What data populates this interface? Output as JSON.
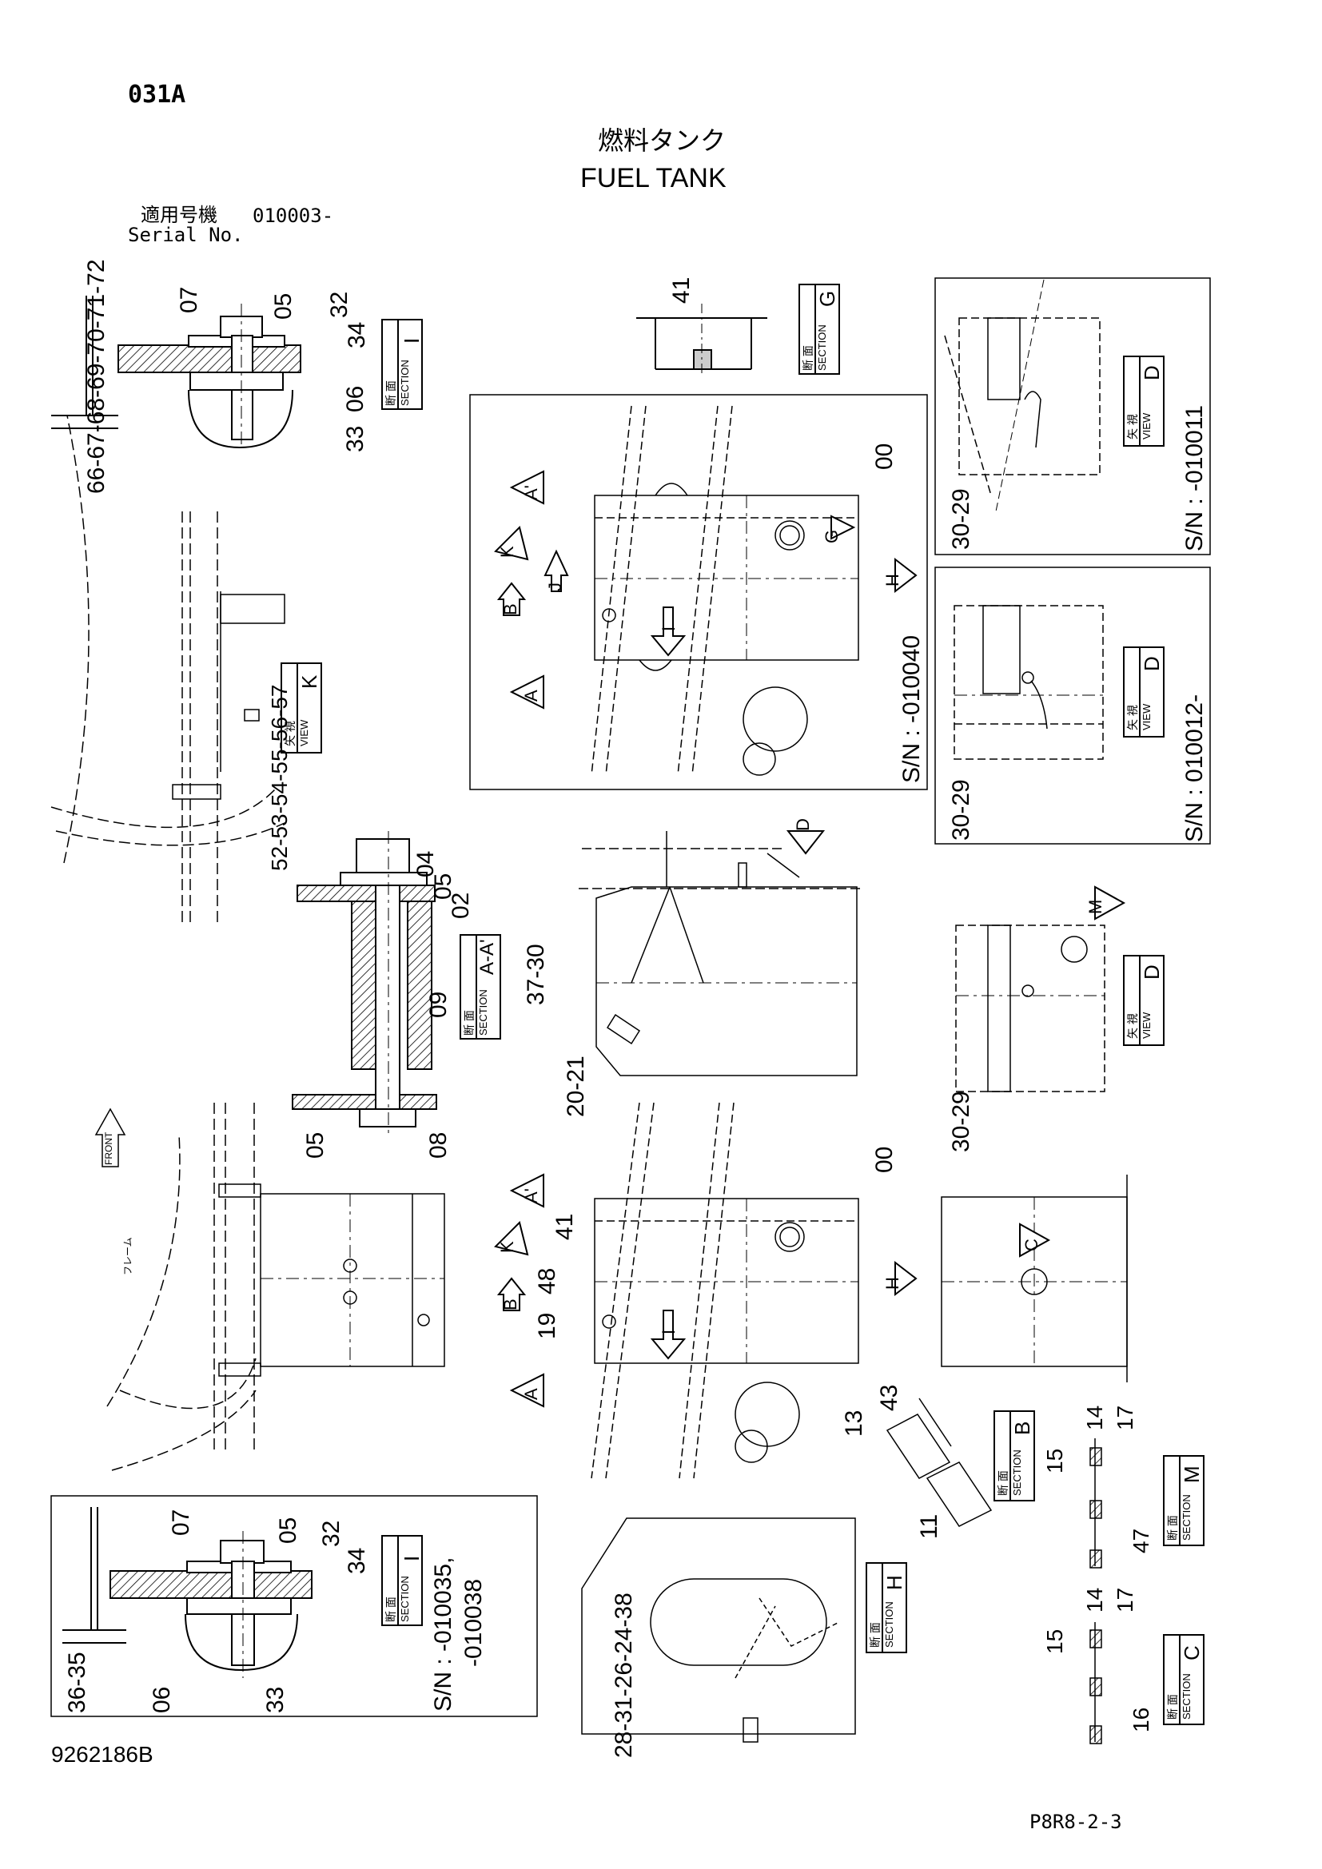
{
  "header": {
    "page_code": "031A",
    "title_jp": "燃料タンク",
    "title_en": "FUEL TANK",
    "serial_label_jp": "適用号機",
    "serial_value": "010003-",
    "serial_label_en": "Serial No."
  },
  "footer": {
    "drawing_number": "9262186B",
    "page_ref": "P8R8-2-3"
  },
  "frames": {
    "main_sn": "S/N : -010040",
    "view_d_top_sn": "S/N : -010011",
    "view_d_mid_sn": "S/N : 010012-",
    "section_i_lower_sn1": "S/N : -010035,",
    "section_i_lower_sn2": "-010038"
  },
  "boxes": {
    "danmen": "断 面",
    "section": "SECTION",
    "yashi": "矢 視",
    "view": "VIEW",
    "section_i": "I",
    "section_g": "G",
    "section_aa": "A-A'",
    "section_b": "B",
    "section_m": "M",
    "section_h": "H",
    "section_c": "C",
    "view_k": "K",
    "view_d": "D"
  },
  "arrows": {
    "a_prime": "A'",
    "a": "A",
    "b": "B",
    "k": "K",
    "j": "J",
    "g": "G",
    "h": "H",
    "i": "I",
    "d": "D",
    "m": "M",
    "c": "C"
  },
  "notes": {
    "front": "FRONT",
    "frame": "フレーム"
  },
  "parts": {
    "sec_i_top": {
      "p07": "07",
      "p05": "05",
      "p32": "32",
      "p34": "34",
      "p06": "06",
      "p33": "33",
      "list": "66-67-68-69-70-71-72"
    },
    "g": {
      "p41": "41"
    },
    "main": {
      "p00": "00"
    },
    "view_d_top": {
      "list": "30-29"
    },
    "view_d_mid": {
      "list": "30-29"
    },
    "view_d_bot": {
      "list": "30-29"
    },
    "aa": {
      "list": "52-53-54-55-56-57",
      "p04": "04",
      "p05": "05",
      "p02": "02",
      "p09": "09",
      "p05b": "05",
      "p08": "08"
    },
    "side": {
      "list_a": "37-30",
      "list_b": "20-21"
    },
    "tank2": {
      "p00": "00",
      "p41": "41",
      "p48": "48",
      "p19": "19"
    },
    "sec_b": {
      "p43": "43",
      "p13": "13",
      "p11": "11"
    },
    "sec_m": {
      "p14": "14",
      "p17": "17",
      "p15": "15",
      "p47": "47"
    },
    "sec_c": {
      "p14": "14",
      "p17": "17",
      "p15": "15",
      "p16": "16"
    },
    "sec_i_bot": {
      "p07": "07",
      "p05": "05",
      "p32": "32",
      "p34": "34",
      "list_a": "36-35",
      "p06": "06",
      "p33": "33"
    },
    "sec_h": {
      "list": "28-31-26-24-38"
    }
  }
}
